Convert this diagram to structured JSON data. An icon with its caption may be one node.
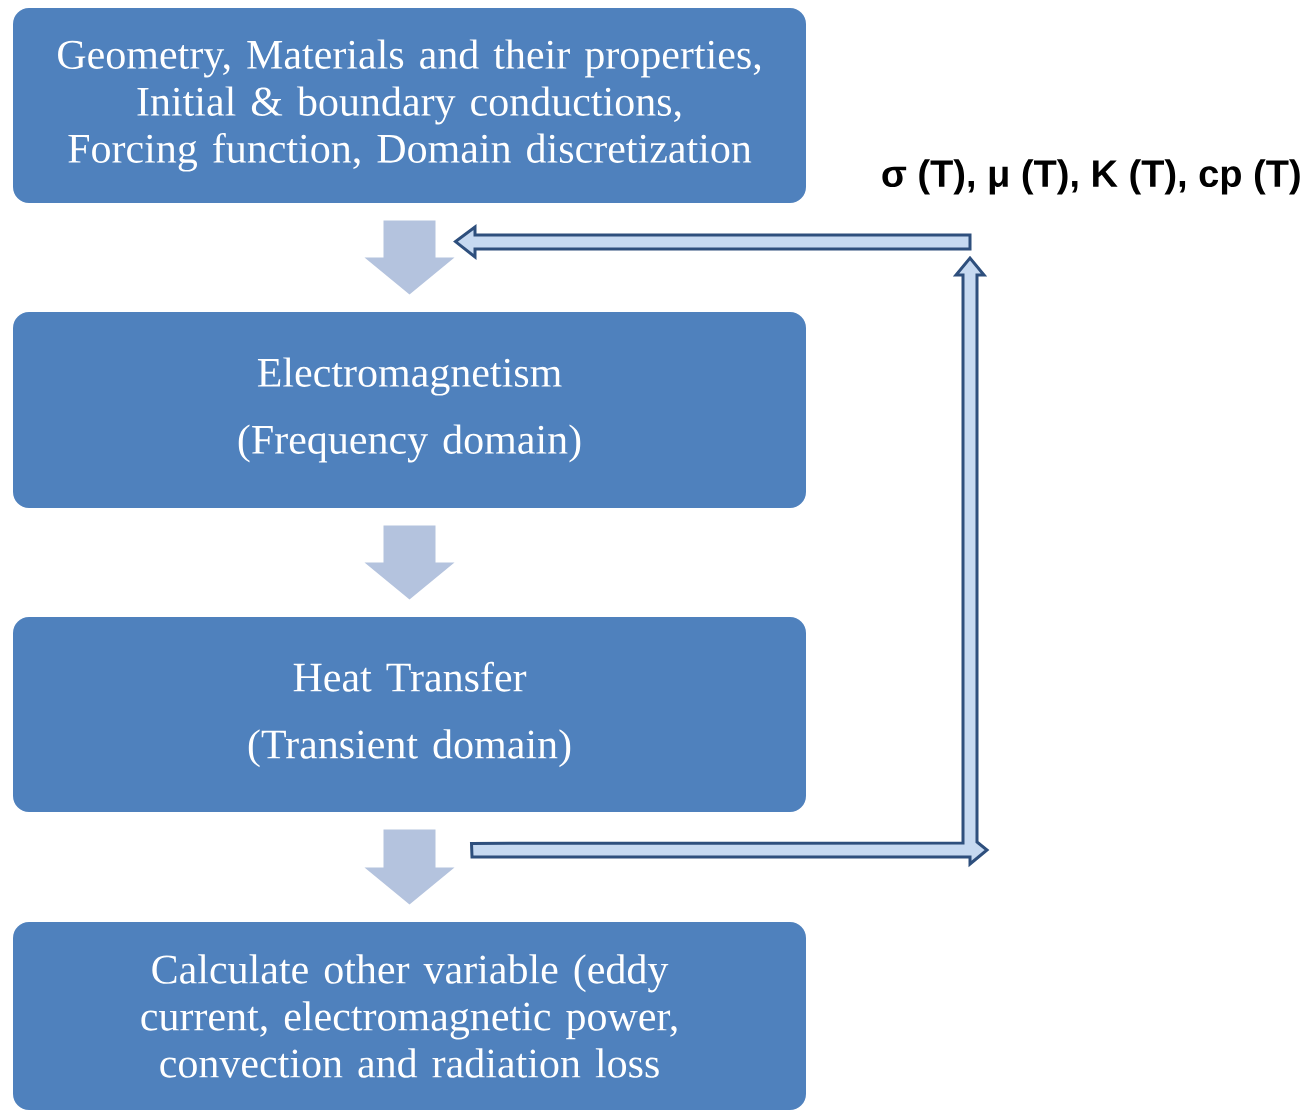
{
  "diagram": {
    "nodes": [
      {
        "text": [
          "Geometry, Materials and their properties, Initial & boundary conductions, Forcing function, Domain discretization"
        ]
      },
      {
        "text": [
          "Electromagnetism",
          "(Frequency domain)"
        ]
      },
      {
        "text": [
          "Heat Transfer",
          "(Transient domain)"
        ]
      },
      {
        "text": [
          "Calculate other variable (eddy current, electromagnetic power, convection and radiation loss"
        ]
      },
      {
        "text": [
          "σ (T), μ (T), K (T), cp (T)"
        ]
      }
    ],
    "edges": [
      {
        "from": 0,
        "to": 1,
        "arrow": "to"
      },
      {
        "from": 1,
        "to": 2,
        "arrow": "to"
      },
      {
        "from": 2,
        "to": 3,
        "arrow": "to"
      },
      {
        "from": 2,
        "to": 4,
        "arrow": "to"
      },
      {
        "from": 4,
        "to": 1,
        "arrow": "to"
      }
    ]
  }
}
